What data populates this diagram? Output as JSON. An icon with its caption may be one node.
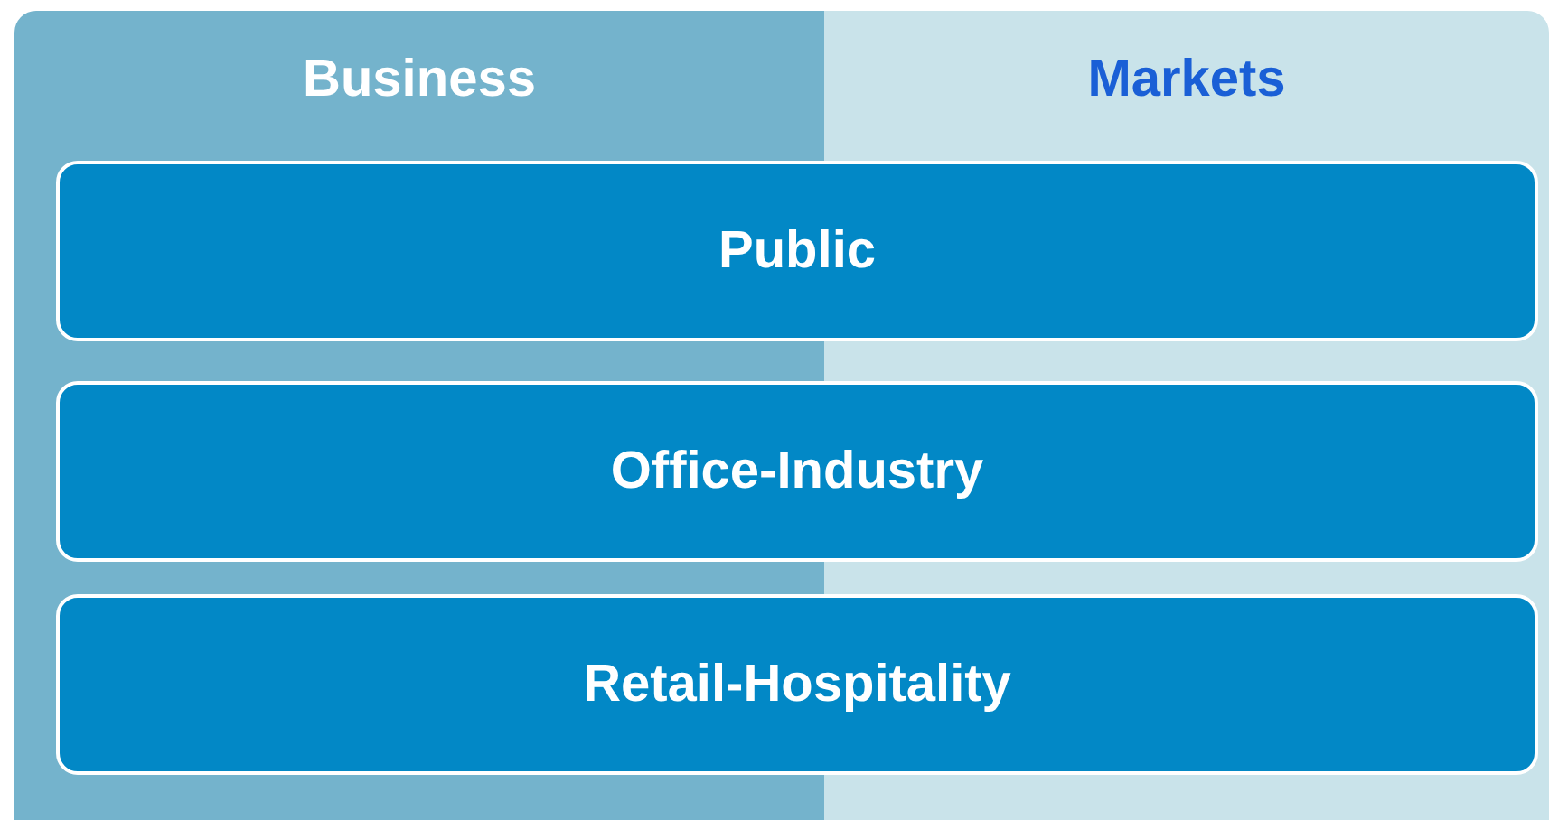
{
  "diagram": {
    "nodes": [
      {
        "text": [
          "Business"
        ]
      },
      {
        "text": [
          "Markets"
        ]
      },
      {
        "text": [
          "Public"
        ]
      },
      {
        "text": [
          "Office-Industry"
        ]
      },
      {
        "text": [
          "Retail-Hospitality"
        ]
      }
    ]
  }
}
